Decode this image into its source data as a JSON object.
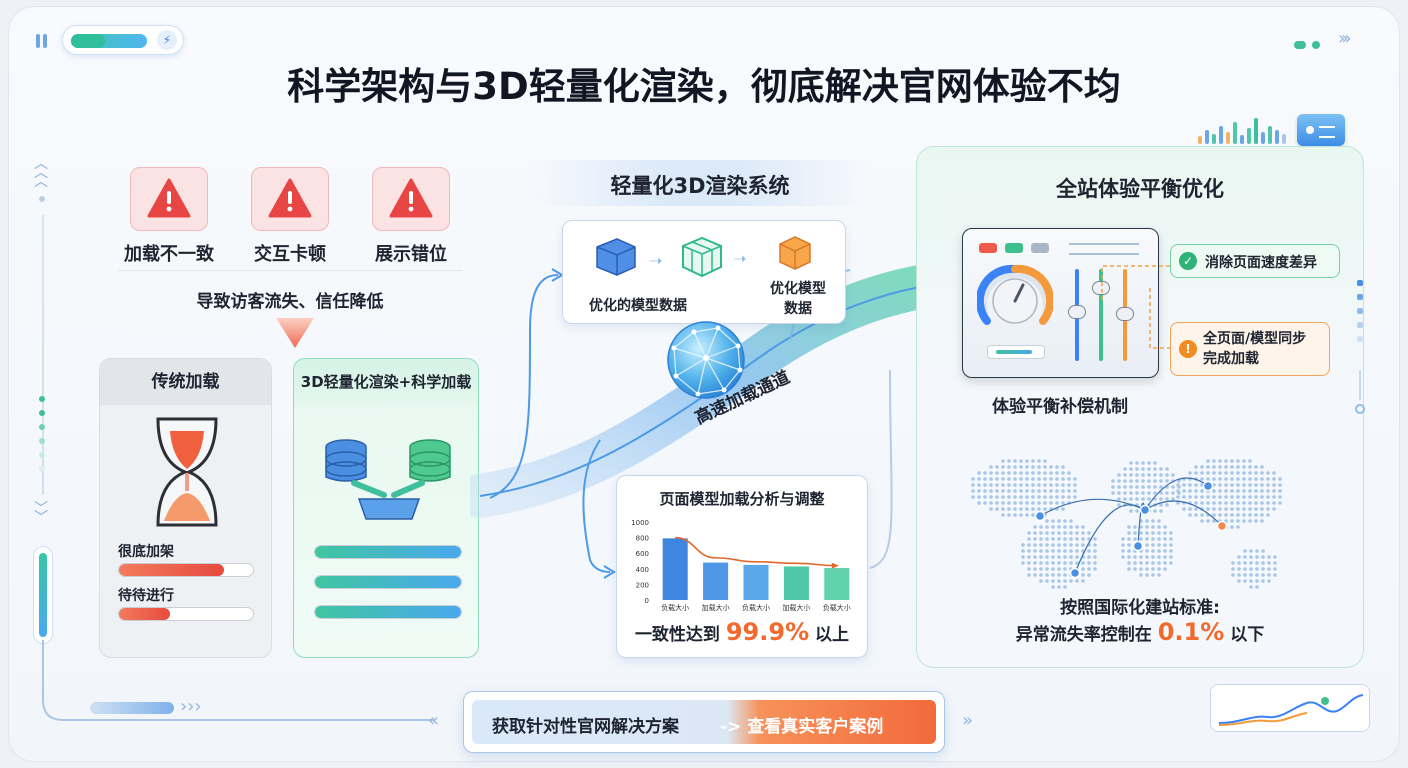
{
  "title": "科学架构与3D轻量化渲染，彻底解决官网体验不均",
  "problems": {
    "items": [
      {
        "label": "加载不一致"
      },
      {
        "label": "交互卡顿"
      },
      {
        "label": "展示错位"
      }
    ],
    "consequence": "导致访客流失、信任降低"
  },
  "traditional": {
    "title": "传统加载",
    "bars": [
      {
        "label": "很底加架",
        "progress": 0.78
      },
      {
        "label": "待待进行",
        "progress": 0.38
      }
    ]
  },
  "scientific": {
    "title": "3D轻量化渲染+科学加载",
    "bars": [
      {
        "progress": 1.0
      },
      {
        "progress": 1.0
      },
      {
        "progress": 1.0
      }
    ]
  },
  "system": {
    "title": "轻量化3D渲染系统",
    "card_left": "优化的模型数据",
    "card_right": "优化模型\n数据",
    "channel": "高速加载通道"
  },
  "analysis": {
    "title": "页面模型加载分析与调整",
    "consistency_prefix": "一致性达到",
    "consistency_value": "99.9%",
    "consistency_suffix": "以上"
  },
  "chart_data": {
    "type": "bar",
    "categories": [
      "负载大小",
      "加载大小",
      "负载大小",
      "加载大小",
      "负载大小"
    ],
    "values": [
      790,
      480,
      450,
      430,
      410
    ],
    "trend": [
      800,
      540,
      490,
      470,
      440
    ],
    "ylim": [
      0,
      1000
    ],
    "yticks": [
      0,
      200,
      400,
      600,
      800,
      1000
    ],
    "colors": [
      "#3f86e0",
      "#4f97e6",
      "#5aa8ea",
      "#4fc7a8",
      "#62d2ad"
    ],
    "trend_color": "#e2672c"
  },
  "right": {
    "title": "全站体验平衡优化",
    "mechanism": "体验平衡补偿机制",
    "tag1": "消除页面速度差异",
    "tag2": "全页面/模型同步\n完成加载",
    "intl_line1": "按照国际化建站标准:",
    "intl_line2_prefix": "异常流失率控制在",
    "intl_line2_value": "0.1%",
    "intl_line2_suffix": "以下"
  },
  "cta": {
    "left": "获取针对性官网解决方案",
    "right": "-> 查看真实客户案例"
  },
  "colors": {
    "danger": "#e84545",
    "accent_blue": "#3b82f6",
    "accent_green": "#34c28f",
    "accent_orange": "#f26a2c"
  },
  "icons": [
    "pause-icon",
    "bolt-icon",
    "warning-icon",
    "hourglass-icon",
    "database-icon",
    "cube-icon",
    "globe-icon",
    "check-icon",
    "alert-icon",
    "world-map"
  ]
}
